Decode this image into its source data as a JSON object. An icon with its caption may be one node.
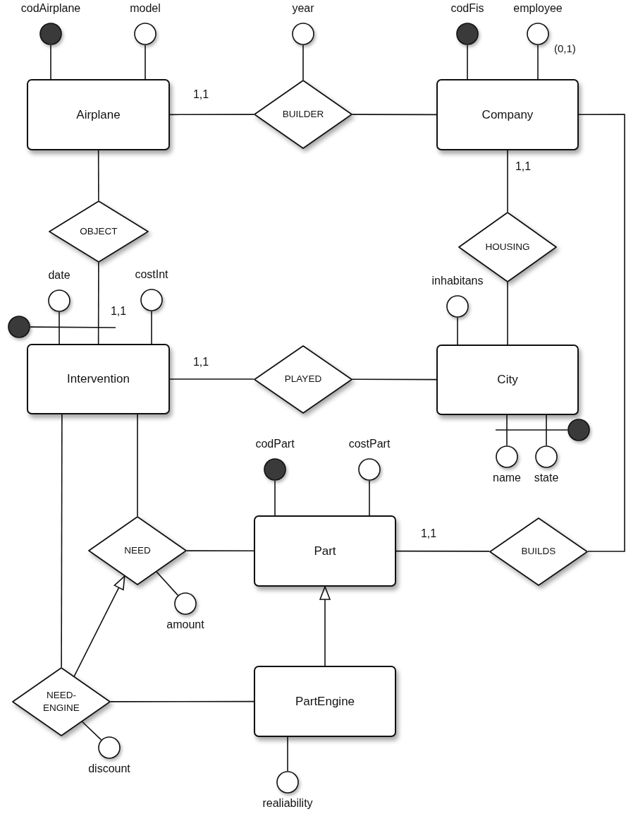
{
  "diagram": {
    "nodes": [
      {
        "text": [
          "codAirplane"
        ]
      },
      {
        "text": [
          "model"
        ]
      },
      {
        "text": [
          "year"
        ]
      },
      {
        "text": [
          "codFis"
        ]
      },
      {
        "text": [
          "employee"
        ],
        "beside": [
          "(0,1)"
        ]
      },
      {
        "text": [
          "Airplane"
        ]
      },
      {
        "text": [
          "BUILDER"
        ]
      },
      {
        "text": [
          "Company"
        ]
      },
      {
        "text": [
          "OBJECT"
        ]
      },
      {
        "text": [
          "HOUSING"
        ]
      },
      {
        "text": [
          "date"
        ]
      },
      {
        "text": [
          "costInt"
        ]
      },
      {
        "text": [
          "inhabitans"
        ]
      },
      {
        "text": [],
        "shape": "circle"
      },
      {
        "text": [
          "Intervention"
        ]
      },
      {
        "text": [
          "PLAYED"
        ]
      },
      {
        "text": [
          "City"
        ]
      },
      {
        "text": [],
        "shape": "circle"
      },
      {
        "text": [
          "name"
        ]
      },
      {
        "text": [
          "state"
        ]
      },
      {
        "text": [
          "codPart"
        ]
      },
      {
        "text": [
          "costPart"
        ]
      },
      {
        "text": [
          "NEED"
        ]
      },
      {
        "text": [
          "Part"
        ]
      },
      {
        "text": [
          "BUILDS"
        ]
      },
      {
        "text": [
          "amount"
        ]
      },
      {
        "text": [
          "NEED- ENGINE"
        ]
      },
      {
        "text": [
          "PartEngine"
        ]
      },
      {
        "text": [
          "discount"
        ]
      },
      {
        "text": [
          "realiability"
        ]
      }
    ],
    "edges": [
      {
        "from": 0,
        "to": 5,
        "arrow": "none"
      },
      {
        "from": 1,
        "to": 5,
        "arrow": "none"
      },
      {
        "from": 2,
        "to": 6,
        "arrow": "none"
      },
      {
        "from": 3,
        "to": 7,
        "arrow": "none"
      },
      {
        "from": 4,
        "to": 7,
        "arrow": "none"
      },
      {
        "from": 5,
        "to": 6,
        "arrow": "none",
        "label": "1,1"
      },
      {
        "from": 6,
        "to": 7,
        "arrow": "none"
      },
      {
        "from": 5,
        "to": 8,
        "arrow": "none"
      },
      {
        "from": 8,
        "to": 14,
        "arrow": "none",
        "label": "1,1"
      },
      {
        "from": 7,
        "to": 9,
        "arrow": "none",
        "label": "1,1"
      },
      {
        "from": 9,
        "to": 16,
        "arrow": "none"
      },
      {
        "from": 10,
        "to": 14,
        "arrow": "none"
      },
      {
        "from": 11,
        "to": 14,
        "arrow": "none"
      },
      {
        "from": 12,
        "to": 16,
        "arrow": "none"
      },
      {
        "from": 13,
        "to": null,
        "arrow": "none"
      },
      {
        "from": 14,
        "to": 15,
        "arrow": "none",
        "label": "1,1"
      },
      {
        "from": 15,
        "to": 16,
        "arrow": "none"
      },
      {
        "from": 17,
        "to": null,
        "arrow": "none"
      },
      {
        "from": 18,
        "to": 16,
        "arrow": "none"
      },
      {
        "from": 19,
        "to": 16,
        "arrow": "none"
      },
      {
        "from": 20,
        "to": 23,
        "arrow": "none"
      },
      {
        "from": 21,
        "to": 23,
        "arrow": "none"
      },
      {
        "from": 14,
        "to": 22,
        "arrow": "none"
      },
      {
        "from": 22,
        "to": 23,
        "arrow": "none"
      },
      {
        "from": 23,
        "to": 24,
        "arrow": "none",
        "label": "1,1"
      },
      {
        "from": 7,
        "to": 24,
        "arrow": "none"
      },
      {
        "from": 25,
        "to": 22,
        "arrow": "none"
      },
      {
        "from": 14,
        "to": 26,
        "arrow": "none"
      },
      {
        "from": 26,
        "to": 22,
        "arrow": "to"
      },
      {
        "from": 26,
        "to": 27,
        "arrow": "none"
      },
      {
        "from": 27,
        "to": 23,
        "arrow": "to"
      },
      {
        "from": 28,
        "to": 26,
        "arrow": "none"
      },
      {
        "from": 29,
        "to": 27,
        "arrow": "none"
      }
    ]
  }
}
